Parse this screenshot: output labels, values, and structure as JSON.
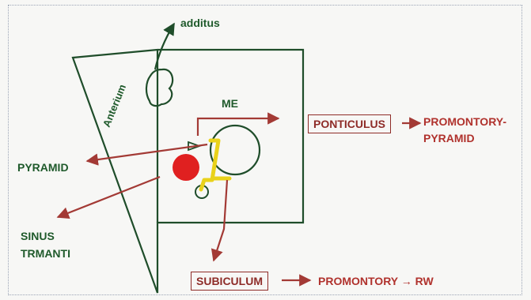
{
  "labels": {
    "additus": "additus",
    "anterium": "Anterium",
    "me": "ME",
    "ponticulus": "PONTICULUS",
    "promontory_pyramid_1": "PROMONTORY-",
    "promontory_pyramid_2": "PYRAMID",
    "pyramid": "PYRAMID",
    "sinus": "SINUS",
    "trmanti": "TRMANTI",
    "subiculum": "SUBICULUM",
    "promontory_rw": "PROMONTORY → RW"
  },
  "colors": {
    "outline": "#1f4d2a",
    "arrow": "#a33a35",
    "red_circle": "#e02020",
    "yellow_mark": "#e9d21a"
  }
}
